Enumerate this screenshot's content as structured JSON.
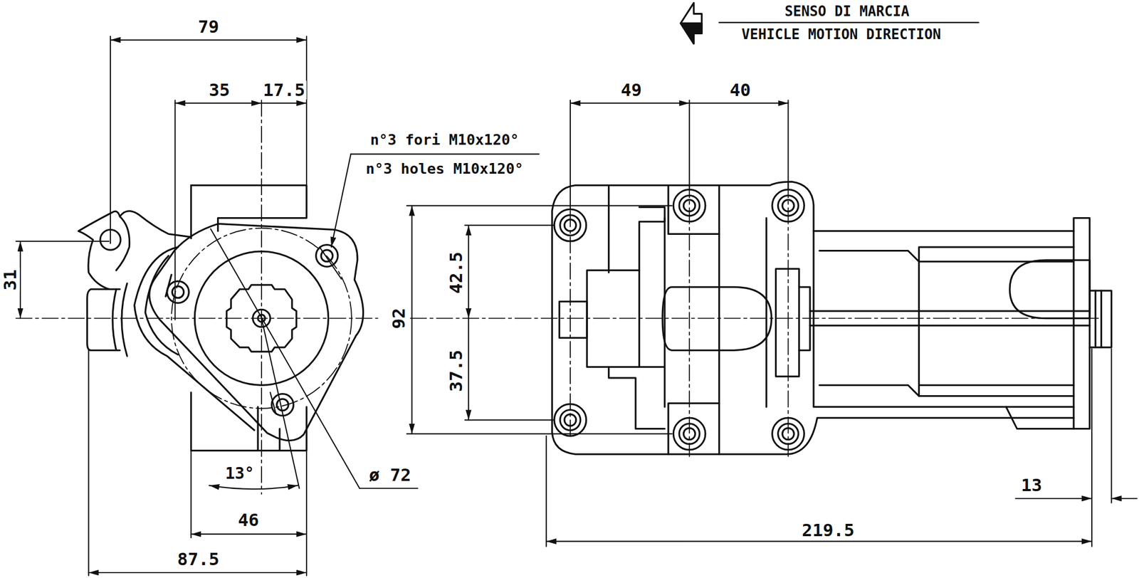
{
  "diagram": {
    "labels": [
      "79",
      "35",
      "17.5",
      "n°3 fori M10x120°",
      "n°3 holes M10x120°",
      "SENSO DI MARCIA",
      "VEHICLE MOTION DIRECTION",
      "49",
      "40",
      "31",
      "42.5",
      "92",
      "37.5",
      "13°",
      "ø 72",
      "46",
      "87.5",
      "13",
      "219.5"
    ]
  }
}
